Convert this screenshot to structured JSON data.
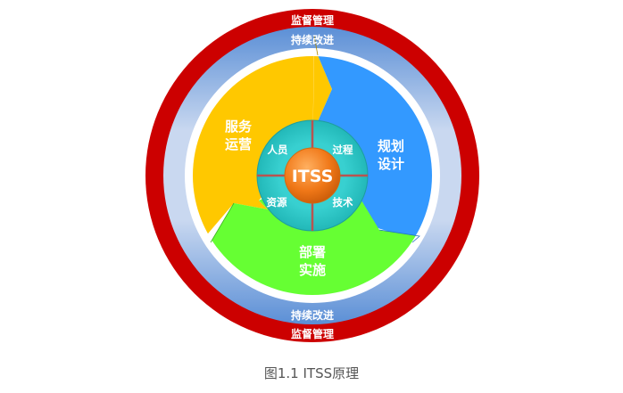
{
  "diagram": {
    "outer_ring": {
      "label_top": "监督管理",
      "label_bottom": "监督管理",
      "color": "#cc0000"
    },
    "middle_ring": {
      "label_top": "持续改进",
      "label_bottom": "持续改进",
      "color": "#7ea3d6"
    },
    "segments": [
      {
        "id": "service-operation",
        "line1": "服务",
        "line2": "运营",
        "color": "#ffc800"
      },
      {
        "id": "planning-design",
        "line1": "规划",
        "line2": "设计",
        "color": "#3399ff"
      },
      {
        "id": "deployment",
        "line1": "部署",
        "line2": "实施",
        "color": "#66ff33"
      }
    ],
    "core_quadrants": [
      {
        "id": "people",
        "label": "人员"
      },
      {
        "id": "process",
        "label": "过程"
      },
      {
        "id": "resources",
        "label": "资源"
      },
      {
        "id": "technology",
        "label": "技术"
      }
    ],
    "core_color": "#33cccc",
    "divider_color": "#b85450",
    "center": {
      "label": "ITSS",
      "color": "#f08020"
    }
  },
  "caption": "图1.1 ITSS原理"
}
